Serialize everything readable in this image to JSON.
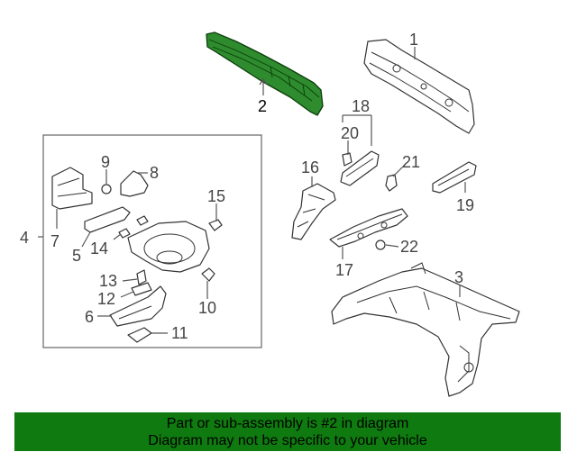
{
  "callouts": {
    "c1": "1",
    "c2": "2",
    "c3": "3",
    "c4": "4",
    "c5": "5",
    "c6": "6",
    "c7": "7",
    "c8": "8",
    "c9": "9",
    "c10": "10",
    "c11": "11",
    "c12": "12",
    "c13": "13",
    "c14": "14",
    "c15": "15",
    "c16": "16",
    "c17": "17",
    "c18": "18",
    "c19": "19",
    "c20": "20",
    "c21": "21",
    "c22": "22"
  },
  "highlighted_part": "2",
  "colors": {
    "highlight_fill": "#2e8b2e",
    "banner_bg": "#0f7a0f"
  },
  "banner": {
    "line1": "Part or sub-assembly is #2 in diagram",
    "line2": "Diagram may not be specific to your vehicle"
  }
}
